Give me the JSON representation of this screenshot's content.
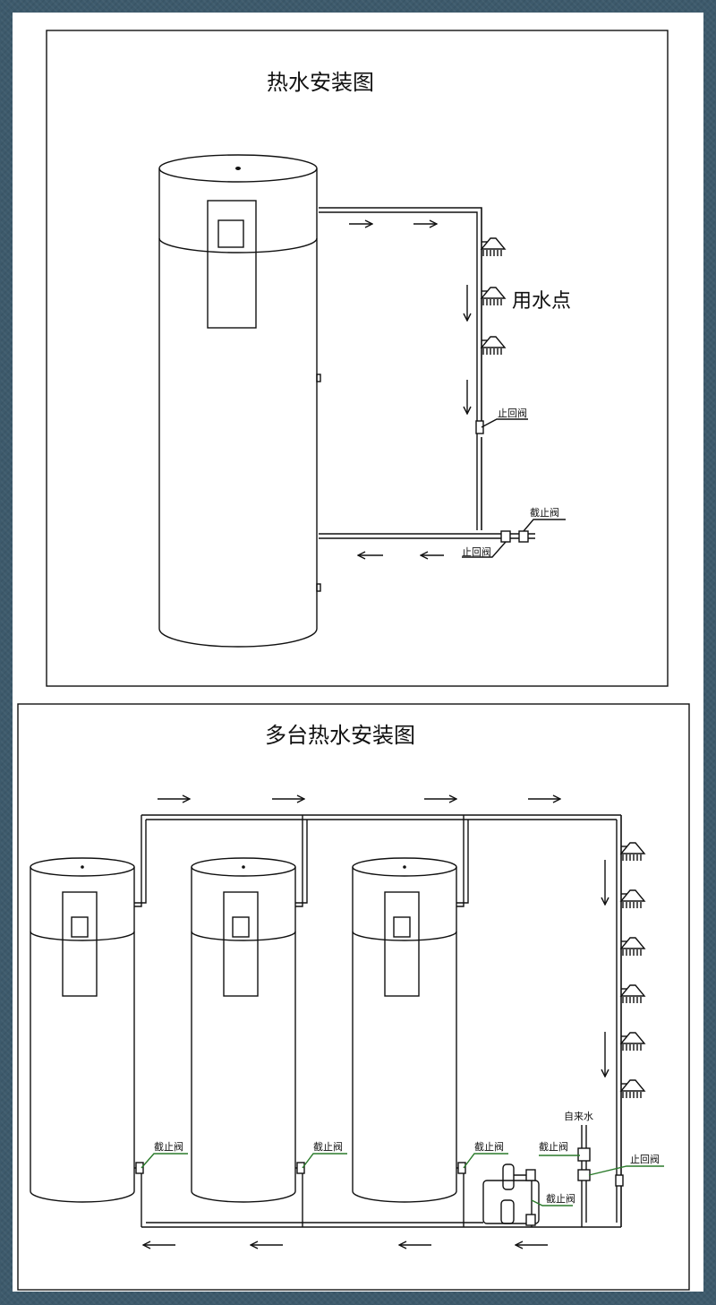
{
  "top": {
    "title": "热水安装图",
    "use_point_label": "用水点",
    "check_valve_top": "止回阀",
    "stop_valve": "截止阀",
    "check_valve_bottom": "止回阀"
  },
  "bottom": {
    "title": "多台热水安装图",
    "stop_valve_1": "截止阀",
    "stop_valve_2": "截止阀",
    "stop_valve_3": "截止阀",
    "stop_valve_inlet": "截止阀",
    "stop_valve_pump": "截止阀",
    "check_valve": "止回阀",
    "tap_water": "自来水"
  },
  "colors": {
    "line": "#111111",
    "leader": "#2a7a2a",
    "background": "#3d5a6c"
  }
}
